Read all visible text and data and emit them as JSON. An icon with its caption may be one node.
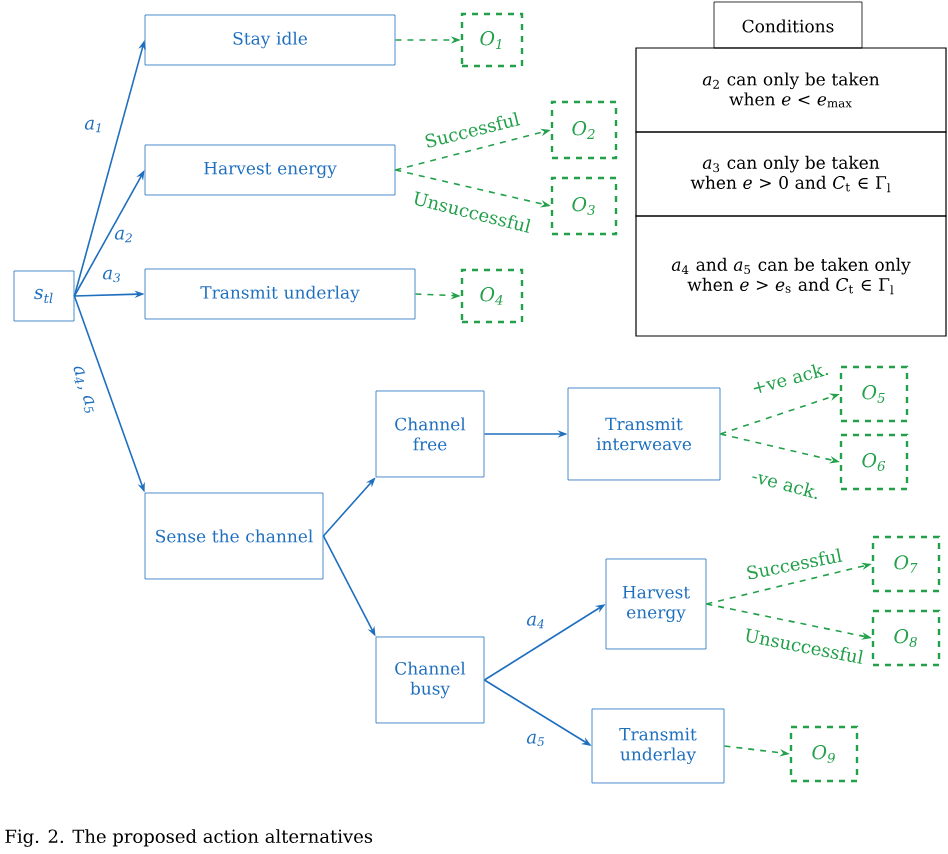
{
  "diagram": {
    "caption": "Fig. 2.  The proposed action alternatives",
    "nodes": [
      {
        "text": [
          "s$_{tl}$"
        ]
      },
      {
        "text": [
          "Stay idle"
        ]
      },
      {
        "text": [
          "Harvest energy"
        ]
      },
      {
        "text": [
          "Transmit underlay"
        ]
      },
      {
        "text": [
          "Sense the channel"
        ]
      },
      {
        "text": [
          "Channel free"
        ]
      },
      {
        "text": [
          "Channel busy"
        ]
      },
      {
        "text": [
          "Transmit interweave"
        ]
      },
      {
        "text": [
          "Harvest energy"
        ]
      },
      {
        "text": [
          "Transmit underlay"
        ]
      },
      {
        "text": [
          "O$_{1}$"
        ]
      },
      {
        "text": [
          "O$_{2}$"
        ]
      },
      {
        "text": [
          "O$_{3}$"
        ]
      },
      {
        "text": [
          "O$_{4}$"
        ]
      },
      {
        "text": [
          "O$_{5}$"
        ]
      },
      {
        "text": [
          "O$_{6}$"
        ]
      },
      {
        "text": [
          "O$_{7}$"
        ]
      },
      {
        "text": [
          "O$_{8}$"
        ]
      },
      {
        "text": [
          "O$_{9}$"
        ]
      }
    ],
    "edges": [
      {
        "from": 0,
        "to": 1,
        "arrow": "to",
        "label": "a$_{1}$"
      },
      {
        "from": 0,
        "to": 2,
        "arrow": "to",
        "label": "a$_{2}$"
      },
      {
        "from": 0,
        "to": 3,
        "arrow": "to",
        "label": "a$_{3}$"
      },
      {
        "from": 0,
        "to": 4,
        "arrow": "to",
        "label": "a$_{4}$, a$_{5}$"
      },
      {
        "from": 4,
        "to": 5,
        "arrow": "to"
      },
      {
        "from": 4,
        "to": 6,
        "arrow": "to"
      },
      {
        "from": 5,
        "to": 7,
        "arrow": "to"
      },
      {
        "from": 6,
        "to": 8,
        "arrow": "to",
        "label": "a$_{4}$"
      },
      {
        "from": 6,
        "to": 9,
        "arrow": "to",
        "label": "a$_{5}$"
      },
      {
        "from": 1,
        "to": 10,
        "arrow": "to",
        "style": "dashed",
        "color": "#22a04a"
      },
      {
        "from": 2,
        "to": 11,
        "arrow": "to",
        "style": "dashed",
        "color": "#22a04a",
        "label": "Successful"
      },
      {
        "from": 2,
        "to": 12,
        "arrow": "to",
        "style": "dashed",
        "color": "#22a04a",
        "label": "Unsuccessful"
      },
      {
        "from": 3,
        "to": 13,
        "arrow": "to",
        "style": "dashed",
        "color": "#22a04a"
      },
      {
        "from": 7,
        "to": 14,
        "arrow": "to",
        "style": "dashed",
        "color": "#22a04a",
        "label": "+ve ack."
      },
      {
        "from": 7,
        "to": 15,
        "arrow": "to",
        "style": "dashed",
        "color": "#22a04a",
        "label": "-ve ack."
      },
      {
        "from": 8,
        "to": 16,
        "arrow": "to",
        "style": "dashed",
        "color": "#22a04a",
        "label": "Successful"
      },
      {
        "from": 8,
        "to": 17,
        "arrow": "to",
        "style": "dashed",
        "color": "#22a04a",
        "label": "Unsuccessful"
      },
      {
        "from": 9,
        "to": 18,
        "arrow": "to",
        "style": "dashed",
        "color": "#22a04a"
      }
    ],
    "labels": [
      "Conditions",
      "*a*$_{2}$ can only be taken when *e* < *e*$_{max}$",
      "*a*$_{3}$ can only be taken when *e* > 0 and *C*$_{t}$ ∈ Γ$_{l}$",
      "*a*$_{4}$ and *a*$_{5}$ can be taken only when *e* > *e*$_{s}$ and *C*$_{t}$ ∈ Γ$_{l}$"
    ]
  }
}
